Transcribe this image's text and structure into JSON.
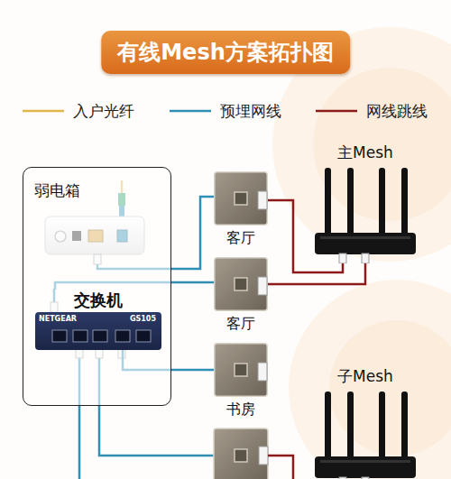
{
  "diagram": {
    "title": "有线Mesh方案拓扑图",
    "nodes": [
      {
        "text": [
          "弱电箱"
        ]
      },
      {
        "text": [
          "交换机",
          "NETGEAR",
          "GS105"
        ],
        "in": 0
      },
      {
        "text": [
          "客厅"
        ]
      },
      {
        "text": [
          "主Mesh"
        ]
      },
      {
        "text": [
          "客厅"
        ]
      },
      {
        "text": [
          "书房"
        ]
      },
      {
        "text": [
          "子Mesh"
        ]
      }
    ],
    "edges": [
      {
        "from": 2,
        "to": 3,
        "arrow": "none"
      },
      {
        "from": 4,
        "to": 3,
        "arrow": "none"
      },
      {
        "from": 1,
        "to": 4,
        "arrow": "none"
      },
      {
        "from": 1,
        "to": 5,
        "arrow": "none"
      }
    ],
    "legend": [
      {
        "text": "入户光纤"
      },
      {
        "text": "预埋网线"
      },
      {
        "text": "网线跳线"
      }
    ]
  }
}
